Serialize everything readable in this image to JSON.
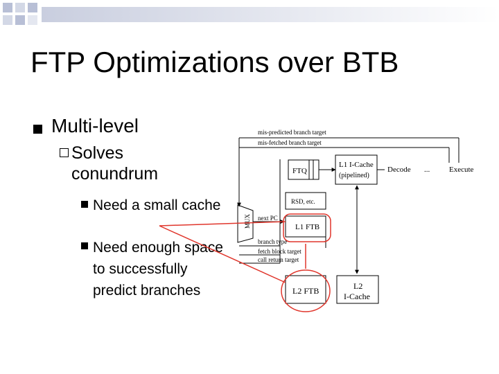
{
  "slide": {
    "title": "FTP Optimizations over BTB",
    "bullet1": "Multi-level",
    "sub1": "Solves conundrum",
    "sub_items": [
      "Need a small cache",
      "Need enough space to successfully predict branches"
    ]
  },
  "diagram": {
    "labels": {
      "mispredicted": "mis-predicted branch target",
      "misfetched": "mis-fetched branch target",
      "ftq": "FTQ",
      "l1_icache_1": "L1 I-Cache",
      "l1_icache_2": "(pipelined)",
      "decode": "Decode",
      "dots": "...",
      "execute": "Execute",
      "rsd": "RSD, etc.",
      "mux": "MUX",
      "next_pc": "next PC",
      "l1_ftb": "L1 FTB",
      "branch_type": "branch type",
      "fetch_block_target": "fetch block target",
      "call_return_target": "call return target",
      "l2_ftb": "L2 FTB",
      "l2_icache_1": "L2",
      "l2_icache_2": "I-Cache"
    },
    "highlight_color": "#e0352b"
  }
}
